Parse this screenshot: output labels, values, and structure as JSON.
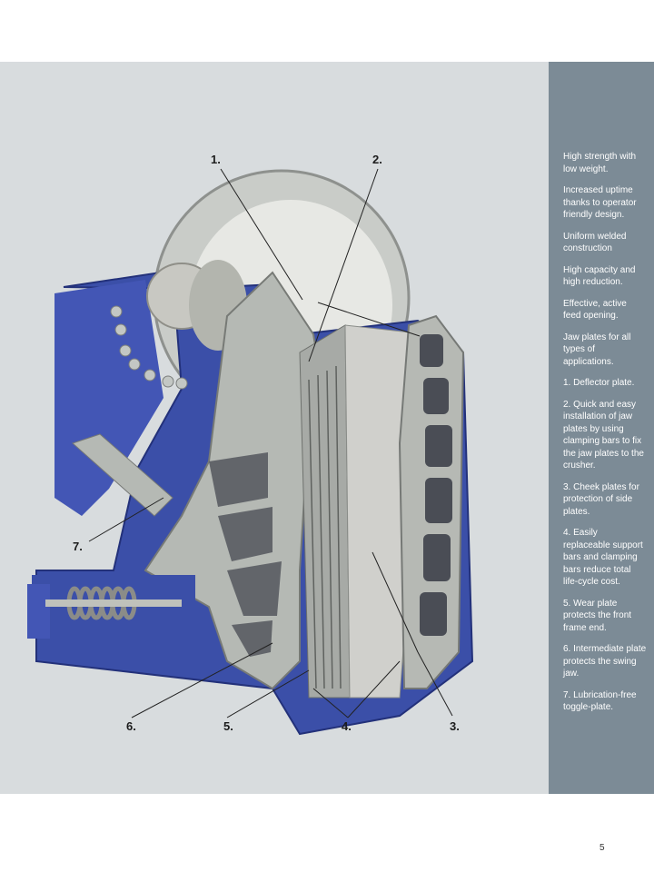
{
  "features": [
    "High strength with low weight.",
    "Increased uptime thanks to operator friendly design.",
    "Uniform welded construction",
    "High capacity and high reduction.",
    "Effective, active feed opening.",
    "Jaw plates for all types  of applications.",
    "1. Deflector plate.",
    "2. Quick and easy installation of jaw plates by using clamping bars to fix the jaw plates to the crusher.",
    "3. Cheek plates for protection of side plates.",
    "4. Easily replaceable support bars and clamping bars reduce total life-cycle cost.",
    "5. Wear plate protects the front frame end.",
    "6. Intermediate plate protects the swing jaw.",
    "7. Lubrication-free toggle-plate."
  ],
  "callouts": {
    "c1": "1.",
    "c2": "2.",
    "c3": "3.",
    "c4": "4.",
    "c5": "5.",
    "c6": "6.",
    "c7": "7."
  },
  "page_number": "5",
  "colors": {
    "frame_blue": "#3b4fa8",
    "steel_gray": "#b9bdb8",
    "panel_gray": "#7c8b96",
    "figure_bg": "#d8dcde"
  }
}
